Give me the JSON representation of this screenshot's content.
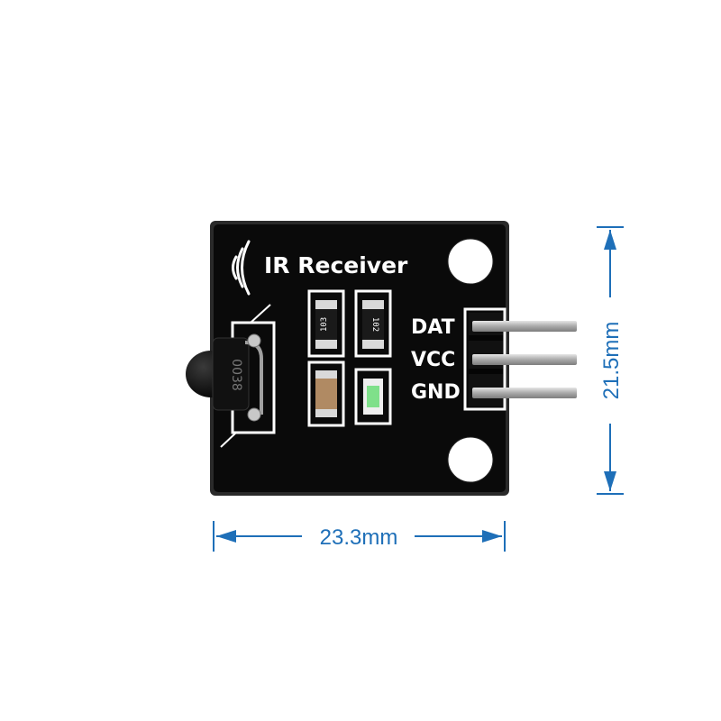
{
  "board": {
    "title": "IR Receiver",
    "pins": [
      "DAT",
      "VCC",
      "GND"
    ],
    "resistor_1_code": "103",
    "resistor_2_code": "102",
    "sensor_marking": "0038"
  },
  "dimensions": {
    "width_label": "23.3mm",
    "height_label": "21.5mm"
  },
  "colors": {
    "pcb": "#0a0a0a",
    "silkscreen": "#ffffff",
    "dimension_line": "#1e6fb8",
    "pin_metal": "#b8b8b8"
  }
}
